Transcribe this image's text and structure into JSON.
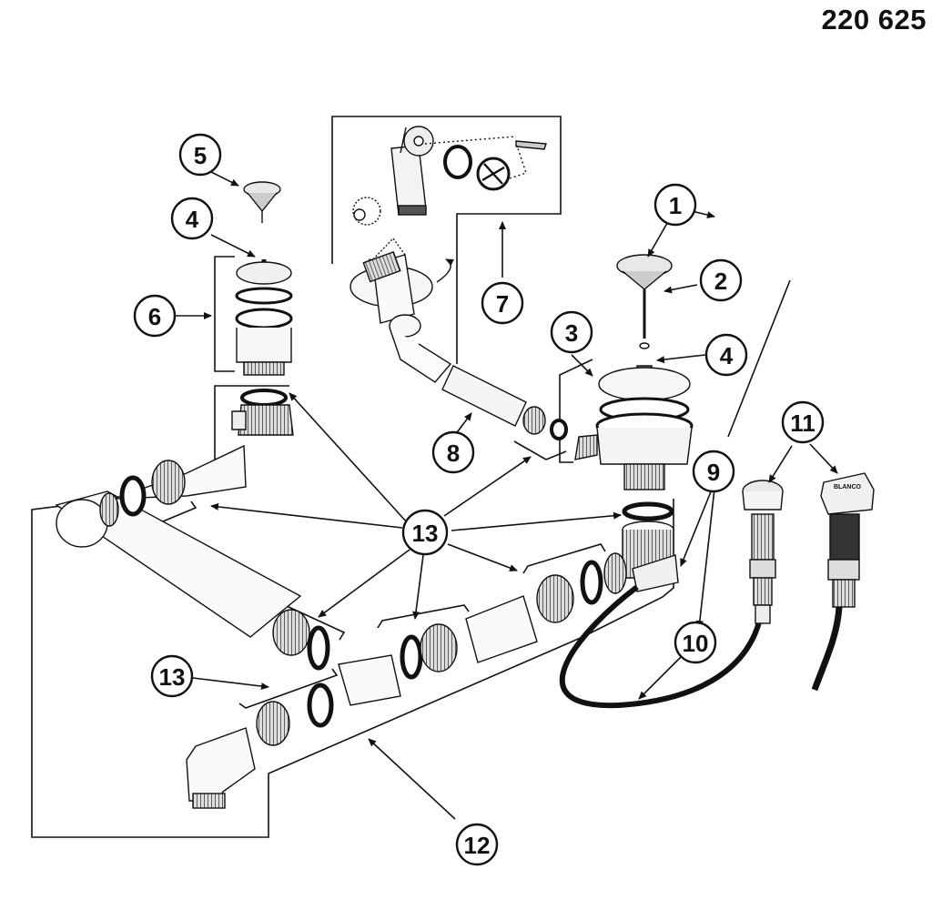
{
  "document_number": "220 625",
  "brand_mark": "BLANCO",
  "callouts": {
    "c1": "1",
    "c2": "2",
    "c3": "3",
    "c4a": "4",
    "c4b": "4",
    "c5": "5",
    "c6": "6",
    "c7": "7",
    "c8": "8",
    "c9": "9",
    "c10": "10",
    "c11": "11",
    "c12": "12",
    "c13a": "13",
    "c13b": "13"
  }
}
